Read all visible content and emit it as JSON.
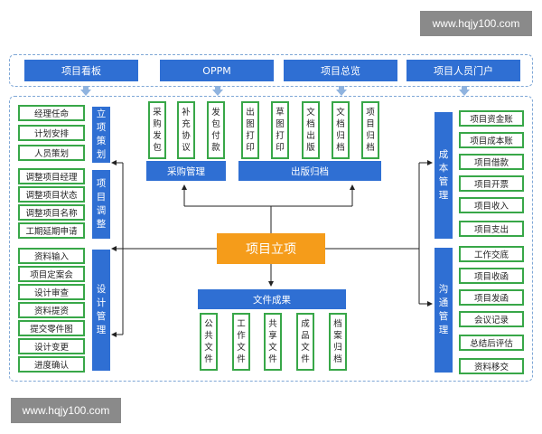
{
  "watermark_top": "www.hqjy100.com",
  "watermark_bottom": "www.hqjy100.com",
  "top_row": [
    "项目看板",
    "OPPM",
    "项目总览",
    "项目人员门户"
  ],
  "center": "项目立项",
  "left_groups": [
    {
      "label": "立项策划",
      "items": [
        "经理任命",
        "计划安排",
        "人员策划"
      ]
    },
    {
      "label": "项目调整",
      "items": [
        "调整项目经理",
        "调整项目状态",
        "调整项目名称",
        "工期延期申请"
      ]
    },
    {
      "label": "设计管理",
      "items": [
        "资料输入",
        "项目定案会",
        "设计审查",
        "资料提资",
        "提交零件图",
        "设计变更",
        "进度确认"
      ]
    }
  ],
  "right_groups": [
    {
      "label": "成本管理",
      "items": [
        "项目资金账",
        "项目成本账",
        "项目借款",
        "项目开票",
        "项目收入",
        "项目支出"
      ]
    },
    {
      "label": "沟通管理",
      "items": [
        "工作交底",
        "项目收函",
        "项目发函",
        "会议记录",
        "总结后评估",
        "资料移交"
      ]
    }
  ],
  "procurement": {
    "label": "采购管理",
    "items": [
      "采购发包",
      "补充协议",
      "发包付款"
    ]
  },
  "publishing": {
    "label": "出版归档",
    "items": [
      "出图打印",
      "草图打印",
      "文档出版",
      "文档归档",
      "项目归档"
    ]
  },
  "documents": {
    "label": "文件成果",
    "items": [
      "公共文件",
      "工作文件",
      "共享文件",
      "成品文件",
      "档案归档"
    ]
  }
}
